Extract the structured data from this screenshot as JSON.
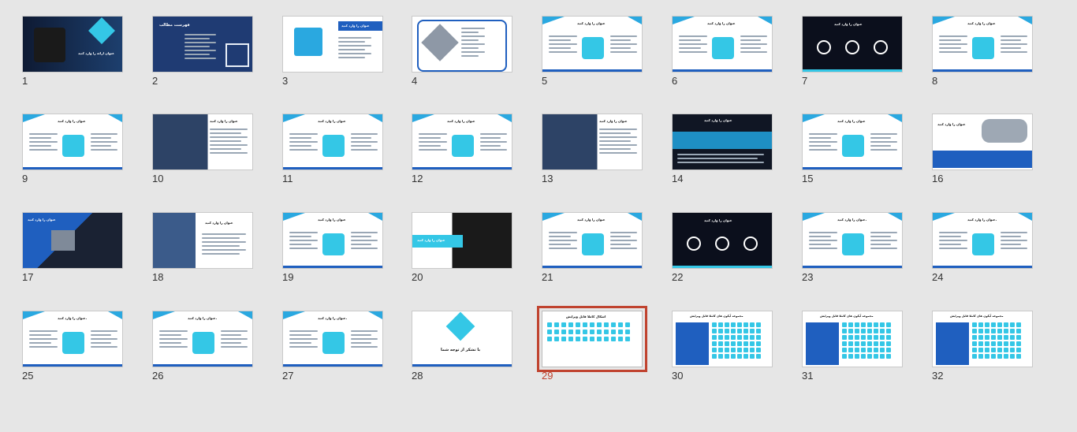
{
  "selected_slide": 29,
  "slides": [
    {
      "number": "1",
      "style": "dark",
      "caption": "عنوان ارائه را وارد کنید"
    },
    {
      "number": "2",
      "style": "darkblue",
      "caption": "فهرست مطالب"
    },
    {
      "number": "3",
      "style": "lightchip",
      "caption": "عنوان را وارد کنید"
    },
    {
      "number": "4",
      "style": "vertical",
      "caption": ""
    },
    {
      "number": "5",
      "style": "white",
      "caption": "عنوان را وارد کنید"
    },
    {
      "number": "6",
      "style": "white",
      "caption": "عنوان را وارد کنید"
    },
    {
      "number": "7",
      "style": "black",
      "caption": "عنوان را وارد کنید"
    },
    {
      "number": "8",
      "style": "white",
      "caption": "عنوان را وارد کنید"
    },
    {
      "number": "9",
      "style": "white",
      "caption": "عنوان را وارد کنید"
    },
    {
      "number": "10",
      "style": "photo",
      "caption": "عنوان را وارد کنید"
    },
    {
      "number": "11",
      "style": "white",
      "caption": "عنوان را وارد کنید"
    },
    {
      "number": "12",
      "style": "white",
      "caption": "عنوان را وارد کنید"
    },
    {
      "number": "13",
      "style": "photo",
      "caption": "عنوان را وارد کنید"
    },
    {
      "number": "14",
      "style": "darkband",
      "caption": "عنوان را وارد کنید"
    },
    {
      "number": "15",
      "style": "white",
      "caption": "عنوان را وارد کنید"
    },
    {
      "number": "16",
      "style": "map",
      "caption": "عنوان را وارد کنید"
    },
    {
      "number": "17",
      "style": "bluephoto",
      "caption": "عنوان را وارد کنید"
    },
    {
      "number": "18",
      "style": "phone",
      "caption": "عنوان را وارد کنید"
    },
    {
      "number": "19",
      "style": "white",
      "caption": "عنوان را وارد کنید"
    },
    {
      "number": "20",
      "style": "cyandark",
      "caption": "عنوان را وارد کنید"
    },
    {
      "number": "21",
      "style": "white",
      "caption": "عنوان را وارد کنید"
    },
    {
      "number": "22",
      "style": "black",
      "caption": "عنوان را وارد کنید"
    },
    {
      "number": "23",
      "style": "white",
      "caption": "عنوان را وارد کنید."
    },
    {
      "number": "24",
      "style": "white",
      "caption": "عنوان را وارد کنید."
    },
    {
      "number": "25",
      "style": "white",
      "caption": "عنوان را وارد کنید."
    },
    {
      "number": "26",
      "style": "white",
      "caption": "عنوان را وارد کنید."
    },
    {
      "number": "27",
      "style": "white",
      "caption": "عنوان را وارد کنید."
    },
    {
      "number": "28",
      "style": "thanks",
      "caption": "با تشکر از توجه شما"
    },
    {
      "number": "29",
      "style": "icons",
      "caption": "اشکال کاملا قابل ویرایش"
    },
    {
      "number": "30",
      "style": "iconsblue",
      "caption": "مجموعه آیکون های کاملا قابل ویرایش"
    },
    {
      "number": "31",
      "style": "iconsblue",
      "caption": "مجموعه آیکون های کاملا قابل ویرایش"
    },
    {
      "number": "32",
      "style": "iconsblue",
      "caption": "مجموعه آیکون های کاملا قابل ویرایش"
    }
  ],
  "colors": {
    "accent": "#2aa8e0",
    "navy": "#1f3b73",
    "cyan": "#34c7e6",
    "selection": "#c0432f",
    "background": "#e6e6e6"
  }
}
